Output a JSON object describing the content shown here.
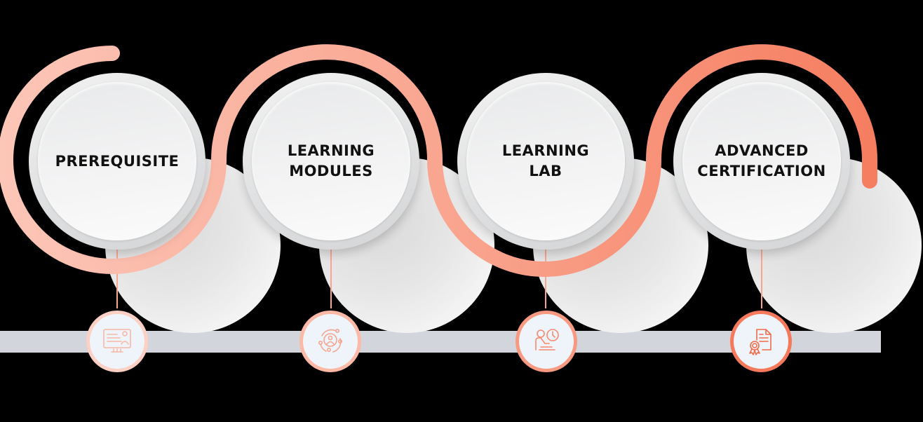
{
  "diagram": {
    "type": "process-timeline",
    "colors": {
      "path_start": "#fcc6b8",
      "path_end": "#f5795a",
      "baseline_bar": "#d3d5dc",
      "badge_fill": "#eef4f9",
      "label_text": "#111111"
    },
    "steps": [
      {
        "label": "PREREQUISITE",
        "icon": "monitor-presentation-icon",
        "badge_border": "#fcd0c4",
        "icon_color": "#f7b8a6"
      },
      {
        "label": "LEARNING\nMODULES",
        "icon": "network-orbit-people-icon",
        "badge_border": "#fbb9a6",
        "icon_color": "#f5a58f"
      },
      {
        "label": "LEARNING\nLAB",
        "icon": "person-desk-clock-icon",
        "badge_border": "#f89a81",
        "icon_color": "#f48a6e"
      },
      {
        "label": "ADVANCED\nCERTIFICATION",
        "icon": "certificate-ribbon-icon",
        "badge_border": "#f5795a",
        "icon_color": "#f26b4b"
      }
    ]
  }
}
